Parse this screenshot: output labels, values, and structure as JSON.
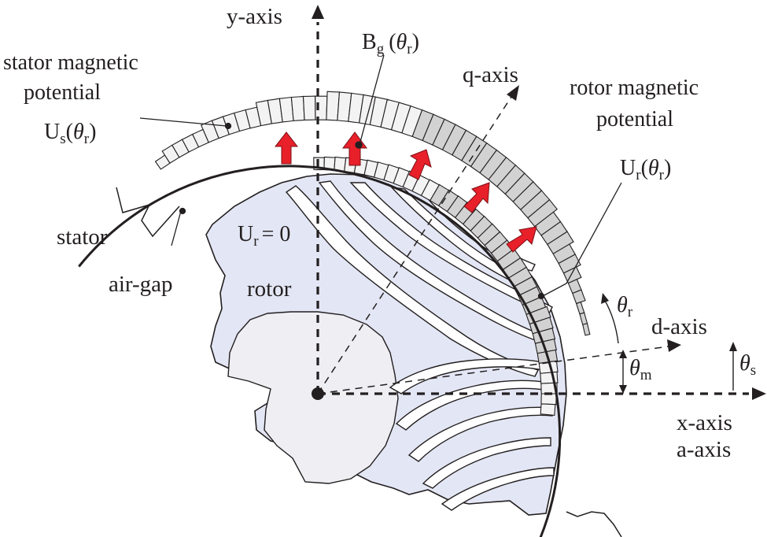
{
  "labels": {
    "y_axis": "y-axis",
    "q_axis": "q-axis",
    "d_axis": "d-axis",
    "x_axis": "x-axis",
    "a_axis": "a-axis",
    "stator_mag_line1": "stator magnetic",
    "stator_mag_line2": "potential",
    "rotor_mag_line1": "rotor magnetic",
    "rotor_mag_line2": "potential",
    "stator": "stator",
    "air_gap": "air-gap",
    "rotor": "rotor",
    "ur_zero": "U",
    "ur_zero_sub": "r",
    "ur_zero_rest": "= 0",
    "us_main": "U",
    "us_sub": "s",
    "ur_main": "U",
    "ur_sub": "r",
    "bg_main": "B",
    "bg_sub": "g",
    "theta": "θ",
    "theta_r_sub": "r",
    "theta_m_sub": "m",
    "theta_s_sub": "s",
    "paren_open": "(",
    "paren_close": ")"
  },
  "colors": {
    "ink": "#231f20",
    "rotor_fill": "#e3e6f4",
    "hub_fill": "#eeeef3",
    "segment_light": "#f3f3f3",
    "segment_dark": "#d2d2d2",
    "flux_arrow": "#e8202a"
  }
}
